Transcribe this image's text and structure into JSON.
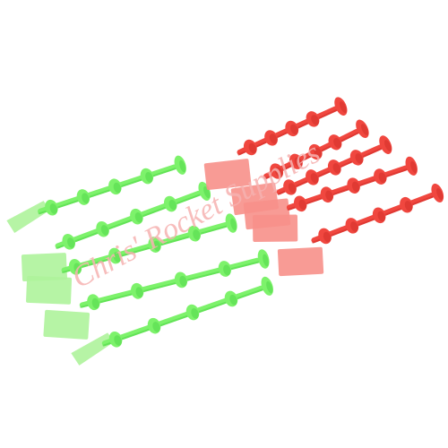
{
  "photo": {
    "background": "#ffffff",
    "colors": {
      "green_body": "#7df26b",
      "green_shade": "#52d84a",
      "green_fin": "#aef39b",
      "red_body": "#f0473f",
      "red_shade": "#d42f2a",
      "red_fin": "#f7908a"
    },
    "green_rocket_count": 5,
    "red_rocket_count": 5
  },
  "watermark": {
    "text": "Chris' Rocket Supplies",
    "color": "#f6b2b0"
  }
}
